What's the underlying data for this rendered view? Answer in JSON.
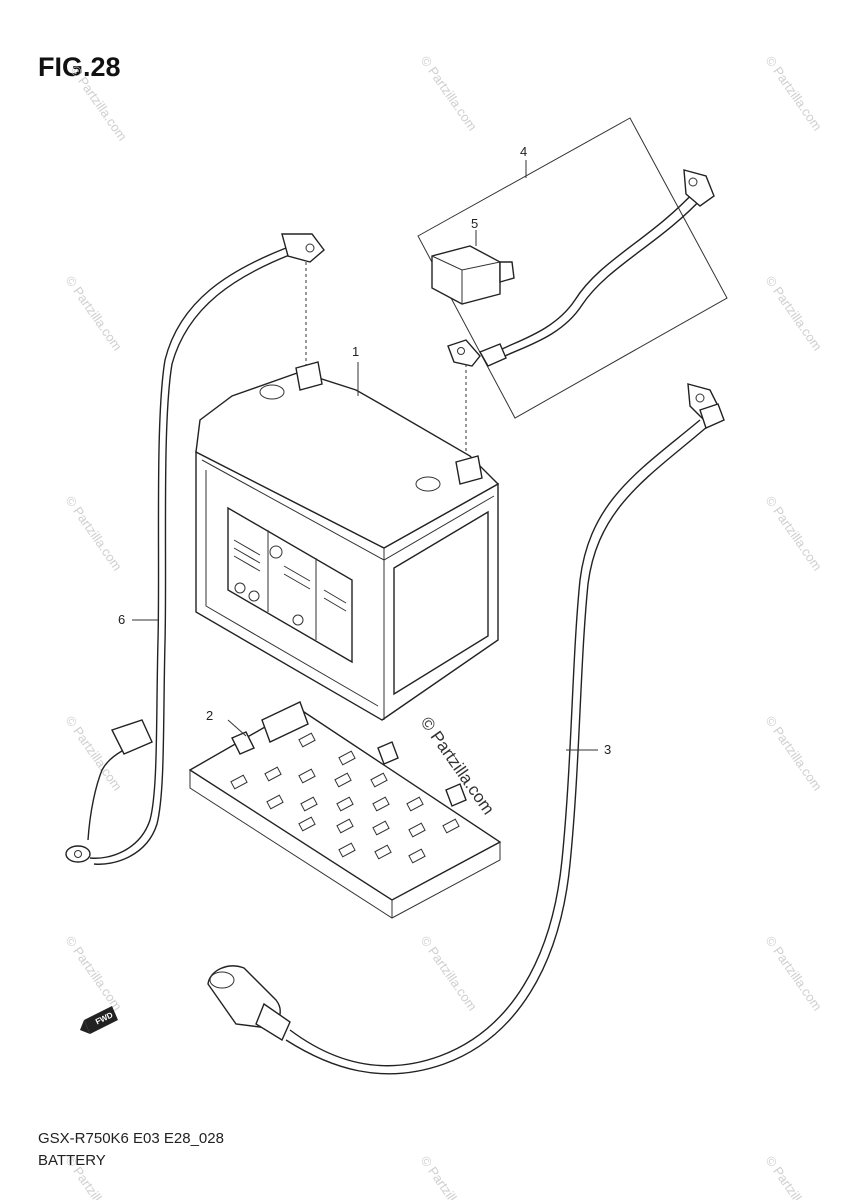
{
  "figure": {
    "title": "FIG.28",
    "code": "GSX-R750K6 E03 E28_028",
    "name": "BATTERY"
  },
  "callouts": [
    {
      "id": "1",
      "label": "1"
    },
    {
      "id": "2",
      "label": "2"
    },
    {
      "id": "3",
      "label": "3"
    },
    {
      "id": "4",
      "label": "4"
    },
    {
      "id": "5",
      "label": "5"
    },
    {
      "id": "6",
      "label": "6"
    }
  ],
  "watermark": {
    "text": "© Partzilla.com",
    "center_text": "© Partzilla.com"
  },
  "direction_badge": "FWD"
}
